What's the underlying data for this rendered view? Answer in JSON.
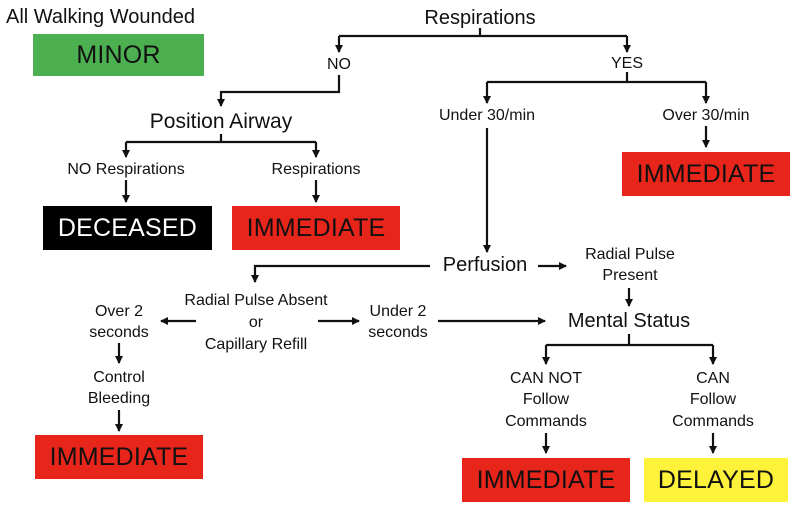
{
  "title": "All Walking Wounded",
  "boxes": {
    "minor": "MINOR",
    "deceased": "DECEASED",
    "immediate_airway": "IMMEDIATE",
    "immediate_over30": "IMMEDIATE",
    "immediate_bleeding": "IMMEDIATE",
    "immediate_cannot_follow": "IMMEDIATE",
    "delayed": "DELAYED"
  },
  "nodes": {
    "respirations": "Respirations",
    "no": "NO",
    "yes": "YES",
    "position_airway": "Position Airway",
    "no_respirations": "NO Respirations",
    "respirations_present": "Respirations",
    "under_30": "Under 30/min",
    "over_30": "Over 30/min",
    "perfusion": "Perfusion",
    "radial_pulse_present": "Radial Pulse\nPresent",
    "radial_absent": "Radial Pulse Absent\nor\nCapillary Refill",
    "over_2_seconds": "Over 2\nseconds",
    "under_2_seconds": "Under 2\nseconds",
    "mental_status": "Mental Status",
    "control_bleeding": "Control\nBleeding",
    "can_not_follow": "CAN NOT\nFollow\nCommands",
    "can_follow": "CAN\nFollow\nCommands"
  },
  "colors": {
    "minor": "#4caf50",
    "immediate": "#e8251b",
    "deceased": "#000000",
    "delayed": "#fff23a",
    "line": "#111111"
  }
}
